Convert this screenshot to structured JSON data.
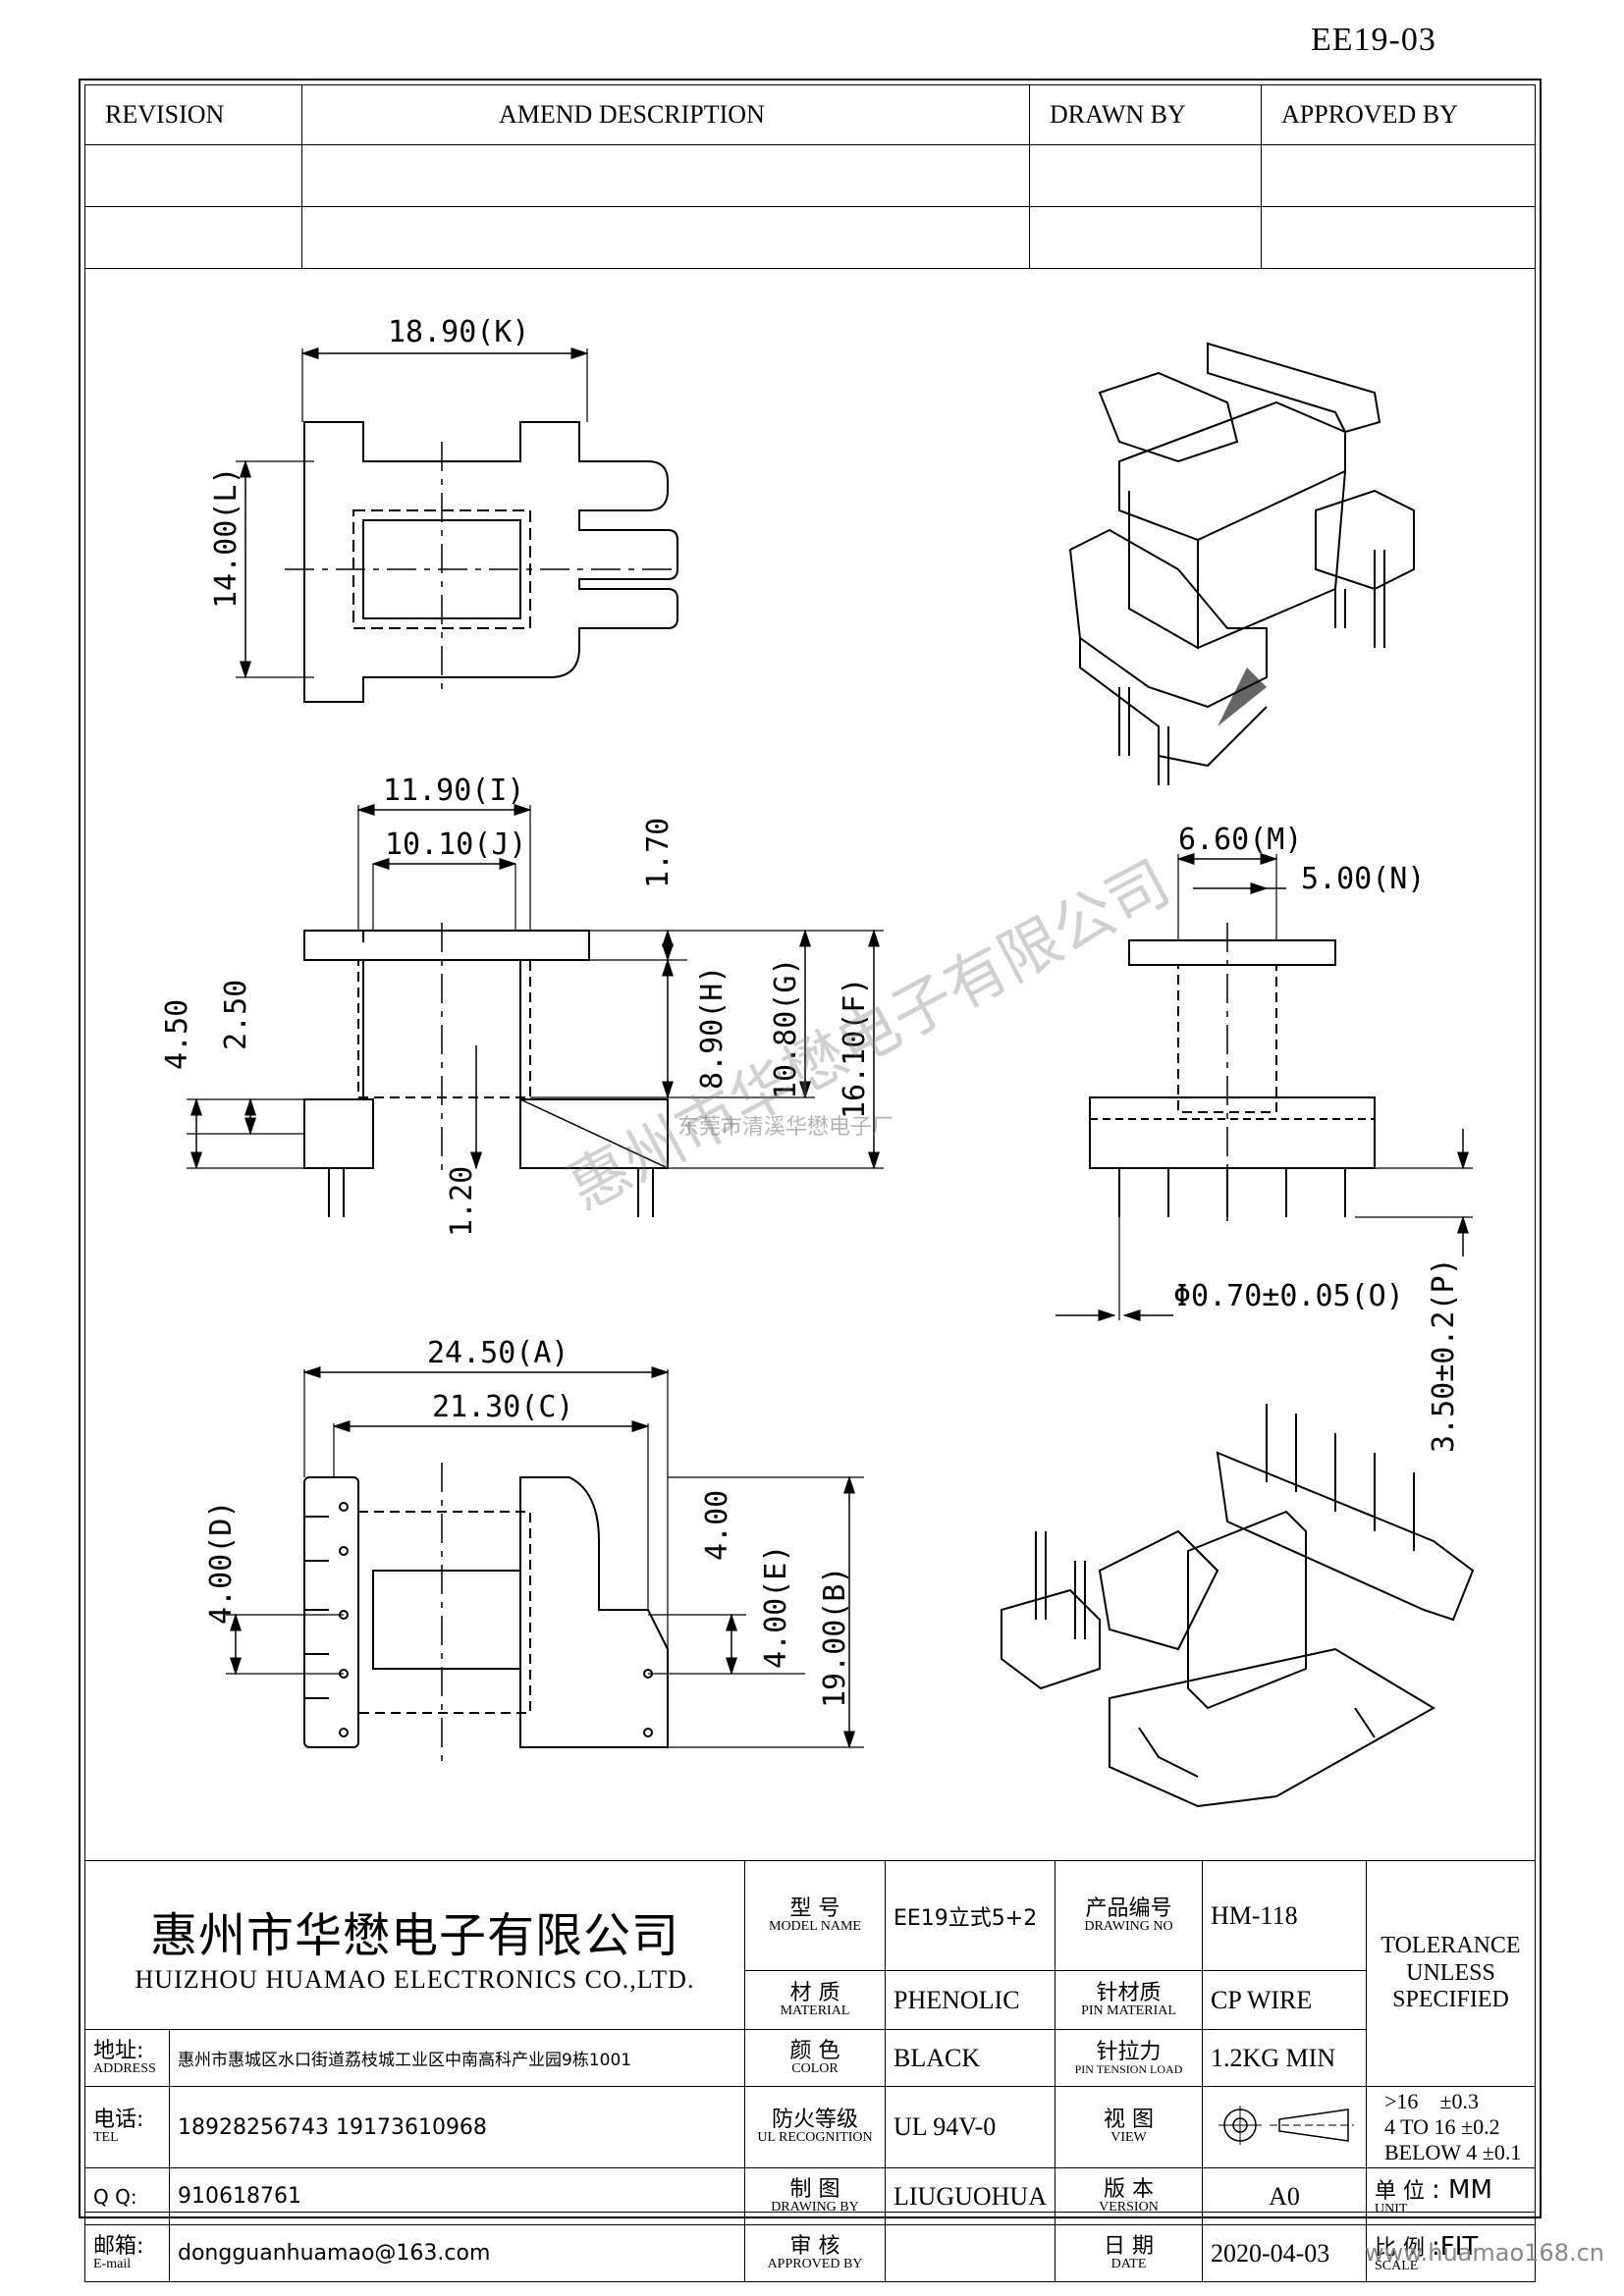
{
  "document_code": "EE19-03",
  "revision_table": {
    "headers": [
      "REVISION",
      "AMEND DESCRIPTION",
      "DRAWN BY",
      "APPROVED BY"
    ],
    "rows": [
      [
        "",
        "",
        "",
        ""
      ],
      [
        "",
        "",
        "",
        ""
      ]
    ]
  },
  "dimensions": {
    "k": "18.90(K)",
    "l": "14.00(L)",
    "i": "11.90(I)",
    "j": "10.10(J)",
    "top_flange": "1.70",
    "h": "8.90(H)",
    "g": "10.80(G)",
    "f": "16.10(F)",
    "left_a": "4.50",
    "left_b": "2.50",
    "bottom": "1.20",
    "m": "6.60(M)",
    "n": "5.00(N)",
    "o": "Φ0.70±0.05(O)",
    "p": "3.50±0.2(P)",
    "a": "24.50(A)",
    "c": "21.30(C)",
    "d": "4.00(D)",
    "e_top": "4.00",
    "e": "4.00(E)",
    "b": "19.00(B)"
  },
  "watermark": {
    "main": "惠州市华懋电子有限公司",
    "sub": "东莞市清溪华懋电子厂"
  },
  "title_block": {
    "company_cn": "惠州市华懋电子有限公司",
    "company_en": "HUIZHOU HUAMAO ELECTRONICS CO.,LTD.",
    "address_label_cn": "地址:",
    "address_label_en": "ADDRESS",
    "address": "惠州市惠城区水口街道荔枝城工业区中南高科产业园9栋1001",
    "tel_label_cn": "电话:",
    "tel_label_en": "TEL",
    "tel": "18928256743  19173610968",
    "qq_label": "Q Q:",
    "qq": "910618761",
    "email_label_cn": "邮箱:",
    "email_label_en": "E-mail",
    "email": "dongguanhuamao@163.com",
    "model_cn": "型 号",
    "model_en": "MODEL NAME",
    "model": "EE19立式5+2",
    "drawing_no_cn": "产品编号",
    "drawing_no_en": "DRAWING NO",
    "drawing_no": "HM-118",
    "material_cn": "材 质",
    "material_en": "MATERIAL",
    "material": "PHENOLIC",
    "pin_material_cn": "针材质",
    "pin_material_en": "PIN MATERIAL",
    "pin_material": "CP WIRE",
    "color_cn": "颜 色",
    "color_en": "COLOR",
    "color": "BLACK",
    "pin_tension_cn": "针拉力",
    "pin_tension_en": "PIN TENSION LOAD",
    "pin_tension": "1.2KG MIN",
    "ul_cn": "防火等级",
    "ul_en": "UL RECOGNITION",
    "ul": "UL 94V-0",
    "view_cn": "视 图",
    "view_en": "VIEW",
    "drawing_by_cn": "制 图",
    "drawing_by_en": "DRAWING BY",
    "drawing_by": "LIUGUOHUA",
    "version_cn": "版 本",
    "version_en": "VERSION",
    "version": "A0",
    "approved_cn": "审 核",
    "approved_en": "APPROVED BY",
    "approved": "",
    "date_cn": "日 期",
    "date_en": "DATE",
    "date": "2020-04-03",
    "tolerance_title": "TOLERANCE UNLESS SPECIFIED",
    "tol_1_range": ">16",
    "tol_1": "±0.3",
    "tol_2_range": "4 TO 16",
    "tol_2": "±0.2",
    "tol_3_range": "BELOW 4",
    "tol_3": "±0.1",
    "unit_cn": "单 位",
    "unit_en": "UNIT",
    "unit": ": MM",
    "scale_cn": "比 例",
    "scale_en": "SCALE",
    "scale": ":FIT"
  },
  "footer_url": "www.huamao168.cn"
}
